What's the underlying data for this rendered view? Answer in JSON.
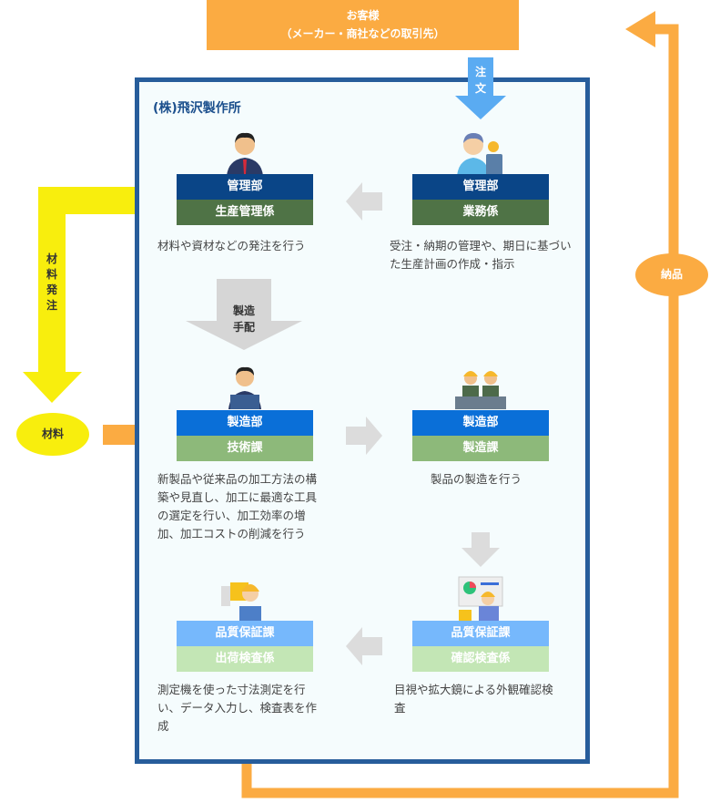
{
  "customer": {
    "line1": "お客様",
    "line2": "（メーカー・商社などの取引先）"
  },
  "order_label": "注文",
  "company": "(株)飛沢製作所",
  "material_order": "材料発注",
  "material": "材料",
  "delivery": "納品",
  "manufacture_arrange": "製造手配",
  "cards": [
    {
      "dept": "管理部",
      "section": "生産管理係",
      "desc": "材料や資材などの発注を行う"
    },
    {
      "dept": "管理部",
      "section": "業務係",
      "desc": "受注・納期の管理や、期日に基づいた生産計画の作成・指示"
    },
    {
      "dept": "製造部",
      "section": "技術課",
      "desc": "新製品や従来品の加工方法の構築や見直し、加工に最適な工具の選定を行い、加工効率の増加、加工コストの削減を行う"
    },
    {
      "dept": "製造部",
      "section": "製造課",
      "desc": "製品の製造を行う"
    },
    {
      "dept": "品質保証課",
      "section": "出荷検査係",
      "desc": "測定機を使った寸法測定を行い、データ入力し、検査表を作成"
    },
    {
      "dept": "品質保証課",
      "section": "確認検査係",
      "desc": "目視や拡大鏡による外観確認検査"
    }
  ],
  "colors": {
    "orange": "#fbab42",
    "yellow": "#f8ee0d",
    "navy": "#0a4587",
    "dark_green": "#4f7346",
    "blue": "#0a6fd8",
    "green": "#8db97a",
    "light_blue": "#76b8fc",
    "light_green": "#c3e6b5"
  }
}
